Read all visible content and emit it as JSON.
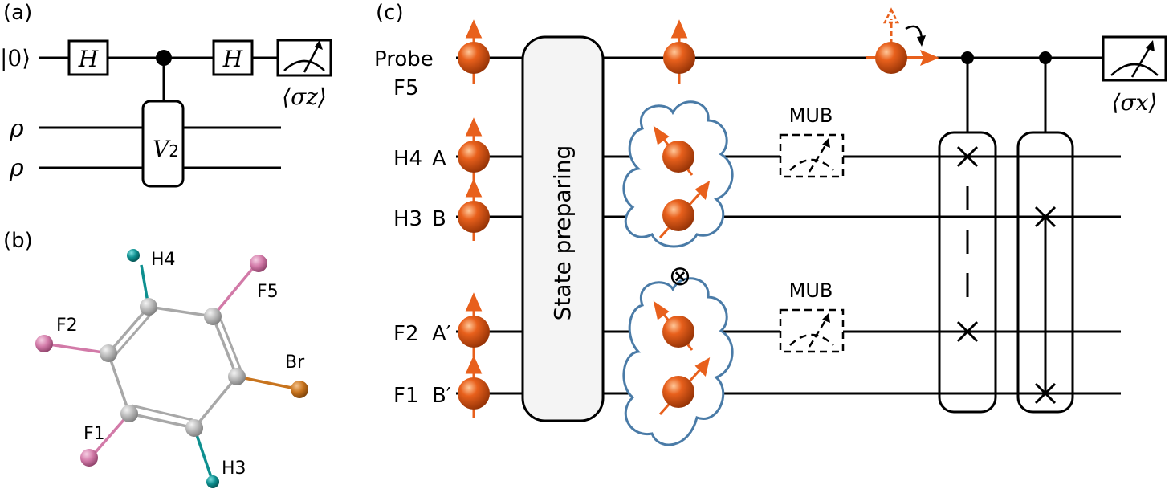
{
  "panel_a": {
    "label": "(a)",
    "ket": "|0⟩",
    "gate_h1": "H",
    "gate_h2": "H",
    "rho1": "ρ",
    "rho2": "ρ",
    "v_gate": "V",
    "v_sub": "2",
    "measure_label": "⟨σz⟩"
  },
  "panel_b": {
    "label": "(b)",
    "atoms": {
      "h4": "H4",
      "f5": "F5",
      "f2": "F2",
      "br": "Br",
      "f1": "F1",
      "h3": "H3"
    },
    "colors": {
      "carbon": "#b8b8b8",
      "hydrogen": "#0d8f8f",
      "fluorine": "#d27aa8",
      "bromine": "#c8741e"
    }
  },
  "panel_c": {
    "label": "(c)",
    "probe_label": "Probe",
    "probe_nucleus": "F5",
    "qubit_labels": [
      {
        "nucleus": "H4",
        "name": "A"
      },
      {
        "nucleus": "H3",
        "name": "B"
      },
      {
        "nucleus": "F2",
        "name": "A′"
      },
      {
        "nucleus": "F1",
        "name": "B′"
      }
    ],
    "state_box": "State preparing",
    "tensor_symbol": "⊗",
    "mub_labels": [
      "MUB",
      "MUB"
    ],
    "measure_label": "⟨σx⟩",
    "colors": {
      "spin": "#e8601c",
      "cloud": "#4a7ba7"
    }
  }
}
